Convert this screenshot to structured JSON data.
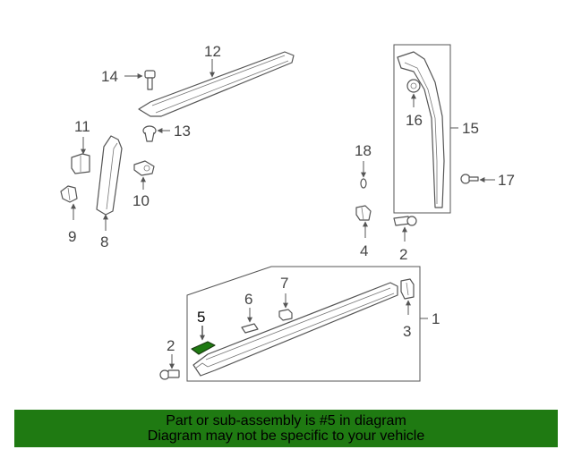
{
  "callouts": {
    "c1": "1",
    "c2a": "2",
    "c2b": "2",
    "c3": "3",
    "c4": "4",
    "c5": "5",
    "c6": "6",
    "c7": "7",
    "c8": "8",
    "c9": "9",
    "c10": "10",
    "c11": "11",
    "c12": "12",
    "c13": "13",
    "c14": "14",
    "c15": "15",
    "c16": "16",
    "c17": "17",
    "c18": "18"
  },
  "highlight_part": "5",
  "colors": {
    "banner_bg": "#1f7a12",
    "highlight_part": "#1f7a12",
    "line": "#555555"
  },
  "banner": {
    "line1": "Part or sub-assembly is #5 in diagram",
    "line2": "Diagram may not be specific to your vehicle"
  }
}
